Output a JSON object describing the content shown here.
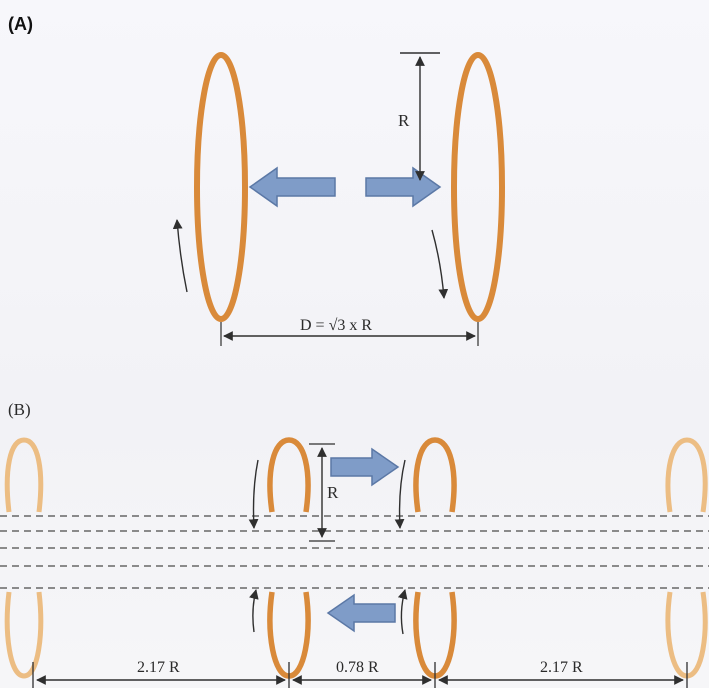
{
  "panel_a": {
    "label": "(A)",
    "radius_label": "R",
    "distance_label": "D = √3 x R"
  },
  "panel_b": {
    "label": "(B)",
    "radius_label": "R",
    "gap_left": "2.17 R",
    "gap_middle": "0.78 R",
    "gap_right": "2.17 R"
  },
  "colors": {
    "coil": "#d98a3a",
    "coil_faint": "#ecbd83",
    "arrow_fill": "#7f9cc8",
    "arrow_stroke": "#5b78a6",
    "line": "#2f2f2f"
  }
}
